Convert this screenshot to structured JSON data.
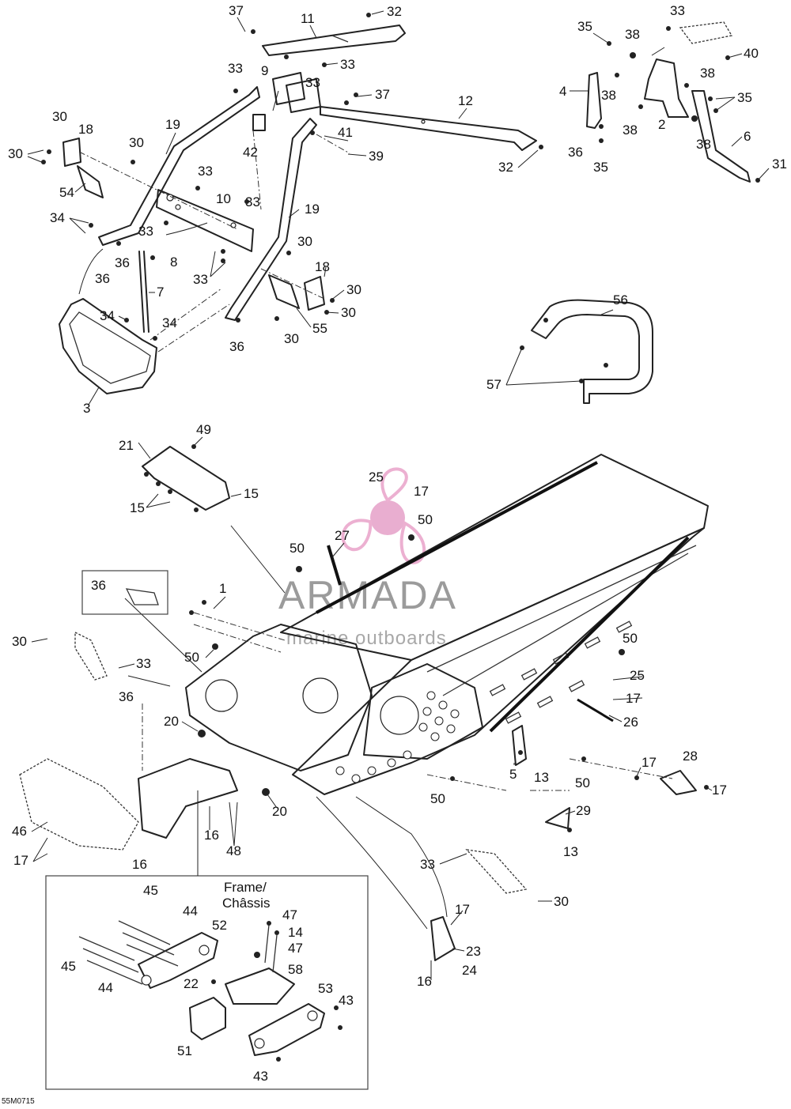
{
  "figure": {
    "reference_code": "55M0715",
    "inset_label_line1": "Frame/",
    "inset_label_line2": "Châssis"
  },
  "watermark": {
    "brand": "ARMADA",
    "tagline": "marine outboards",
    "colors": {
      "logo_pink": "#e9a3c9",
      "logo_fill": "#e6a0c8",
      "text": "#8a8a8a"
    }
  },
  "callouts": {
    "c1": "37",
    "c2": "11",
    "c3": "32",
    "c4": "33",
    "c5": "33",
    "c6": "9",
    "c7": "33",
    "c8": "37",
    "c9": "12",
    "c10": "30",
    "c11": "18",
    "c12": "19",
    "c13": "30",
    "c14": "30",
    "c15": "54",
    "c16": "42",
    "c17": "41",
    "c18": "39",
    "c19": "32",
    "c20": "33",
    "c21": "10",
    "c22": "33",
    "c23": "19",
    "c24": "34",
    "c25": "33",
    "c26": "30",
    "c27": "36",
    "c28": "8",
    "c29": "36",
    "c30": "33",
    "c31": "18",
    "c32": "30",
    "c33": "7",
    "c34": "30",
    "c35": "34",
    "c36": "34",
    "c37": "55",
    "c38": "36",
    "c39": "30",
    "c40": "3",
    "c41": "35",
    "c42": "38",
    "c43": "33",
    "c44": "40",
    "c45": "4",
    "c46": "38",
    "c47": "38",
    "c48": "35",
    "c49": "2",
    "c50": "38",
    "c51": "6",
    "c52": "36",
    "c53": "35",
    "c54": "31",
    "c55": "38",
    "c56": "56",
    "c57": "57",
    "c58": "21",
    "c59": "49",
    "c60": "15",
    "c61": "15",
    "c62": "25",
    "c63": "17",
    "c64": "50",
    "c65": "27",
    "c66": "50",
    "c67": "36",
    "c68": "1",
    "c69": "30",
    "c70": "33",
    "c71": "50",
    "c72": "36",
    "c73": "20",
    "c74": "50",
    "c75": "25",
    "c76": "17",
    "c77": "26",
    "c78": "5",
    "c79": "13",
    "c80": "50",
    "c81": "17",
    "c82": "28",
    "c83": "17",
    "c84": "50",
    "c85": "29",
    "c86": "20",
    "c87": "46",
    "c88": "17",
    "c89": "16",
    "c90": "16",
    "c91": "48",
    "c92": "13",
    "c93": "33",
    "c94": "30",
    "c95": "45",
    "c96": "44",
    "c97": "52",
    "c98": "47",
    "c99": "14",
    "c100": "47",
    "c101": "45",
    "c102": "44",
    "c103": "58",
    "c104": "22",
    "c105": "53",
    "c106": "43",
    "c107": "51",
    "c108": "43",
    "c109": "17",
    "c110": "23",
    "c111": "24",
    "c112": "16"
  }
}
